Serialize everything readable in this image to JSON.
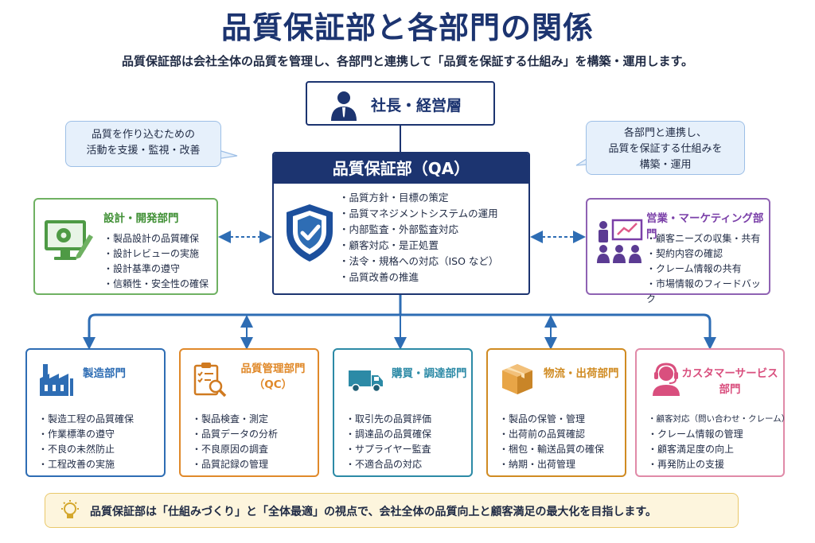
{
  "header": {
    "title": "品質保証部と各部門の関係",
    "subtitle": "品質保証部は会社全体の品質を管理し、各部門と連携して「品質を保証する仕組み」を構築・運用します。"
  },
  "top": {
    "label": "社長・経営層",
    "icon": "person-icon"
  },
  "bubbles": {
    "left": {
      "line1": "品質を作り込むための",
      "line2": "活動を支援・監視・改善"
    },
    "right": {
      "line1": "各部門と連携し、",
      "line2": "品質を保証する仕組みを",
      "line3": "構築・運用"
    }
  },
  "qa": {
    "title": "品質保証部（QA）",
    "icon": "shield-check-icon",
    "items": [
      "・品質方針・目標の策定",
      "・品質マネジメントシステムの運用",
      "・内部監査・外部監査対応",
      "・顧客対応・是正処置",
      "・法令・規格への対応（ISO など）",
      "・品質改善の推進"
    ]
  },
  "side": {
    "design": {
      "title": "設計・開発部門",
      "icon": "monitor-gear-icon",
      "color": "#3f8f34",
      "items": [
        "・製品設計の品質確保",
        "・設計レビューの実施",
        "・設計基準の遵守",
        "・信頼性・安全性の確保"
      ]
    },
    "sales": {
      "title": "営業・マーケティング部門",
      "icon": "presentation-team-icon",
      "color": "#7a3fa8",
      "items": [
        "・顧客ニーズの収集・共有",
        "・契約内容の確認",
        "・クレーム情報の共有",
        "・市場情報のフィードバック"
      ]
    }
  },
  "departments": [
    {
      "title": "製造部門",
      "title2": "",
      "icon": "factory-icon",
      "color": "#2e6db4",
      "items": [
        "・製造工程の品質確保",
        "・作業標準の遵守",
        "・不良の未然防止",
        "・工程改善の実施"
      ]
    },
    {
      "title": "品質管理部門",
      "title2": "（QC）",
      "icon": "clipboard-magnifier-icon",
      "color": "#e0892a",
      "items": [
        "・製品検査・測定",
        "・品質データの分析",
        "・不良原因の調査",
        "・品質記録の管理"
      ]
    },
    {
      "title": "購買・調達部門",
      "title2": "",
      "icon": "truck-icon",
      "color": "#2c8aa6",
      "items": [
        "・取引先の品質評価",
        "・調達品の品質確保",
        "・サプライヤー監査",
        "・不適合品の対応"
      ]
    },
    {
      "title": "物流・出荷部門",
      "title2": "",
      "icon": "box-icon",
      "color": "#d08b22",
      "items": [
        "・製品の保管・管理",
        "・出荷前の品質確認",
        "・梱包・輸送品質の確保",
        "・納期・出荷管理"
      ]
    },
    {
      "title": "カスタマーサービス部門",
      "title2": "",
      "icon": "headset-icon",
      "color": "#d94f7e",
      "items": [
        "・顧客対応（問い合わせ・クレーム）",
        "・クレーム情報の管理",
        "・顧客満足度の向上",
        "・再発防止の支援"
      ]
    }
  ],
  "footer": {
    "icon": "lightbulb-icon",
    "text": "品質保証部は「仕組みづくり」と「全体最適」の視点で、会社全体の品質向上と顧客満足の最大化を目指します。"
  }
}
